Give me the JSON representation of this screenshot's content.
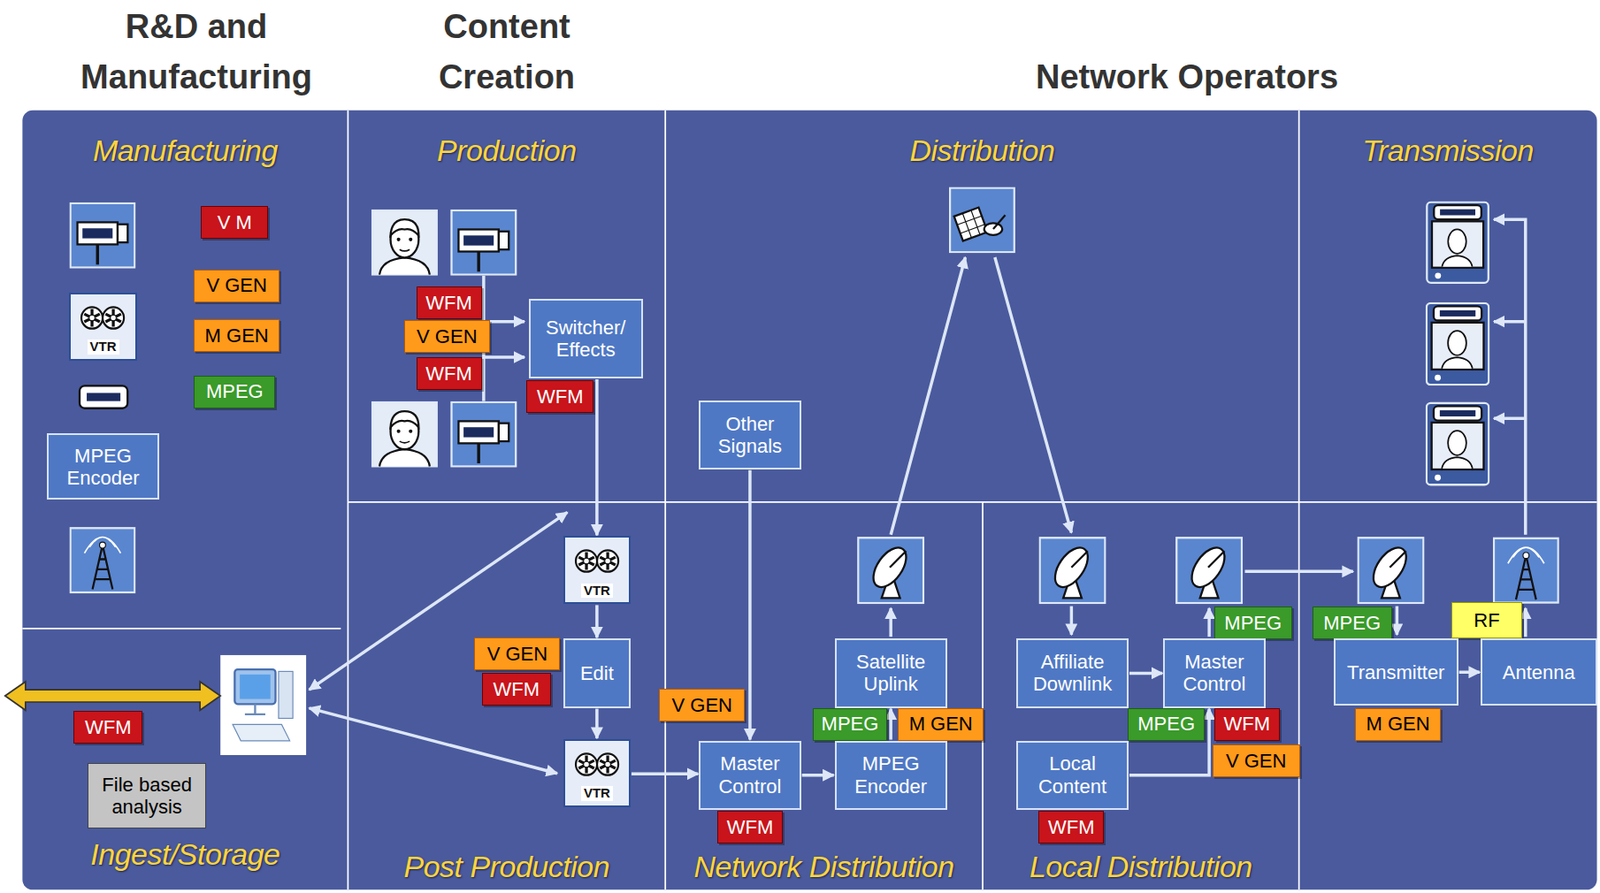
{
  "diagram": {
    "nodes": [
      {
        "text": [
          "Manufacturing"
        ]
      },
      {
        "text": [
          "VTR"
        ],
        "in": 0
      },
      {
        "text": [
          "V M"
        ],
        "in": 0
      },
      {
        "text": [
          "V GEN"
        ],
        "in": 0
      },
      {
        "text": [
          "M GEN"
        ],
        "in": 0
      },
      {
        "text": [
          "MPEG"
        ],
        "in": 0
      },
      {
        "text": [
          "MPEG Encoder"
        ],
        "in": 0
      },
      {
        "text": [
          "Production"
        ]
      },
      {
        "text": [
          "WFM"
        ],
        "in": 7
      },
      {
        "text": [
          "V GEN"
        ],
        "in": 7
      },
      {
        "text": [
          "WFM"
        ],
        "in": 7
      },
      {
        "text": [
          "Switcher/ Effects"
        ],
        "in": 7
      },
      {
        "text": [
          "WFM"
        ],
        "in": 7
      },
      {
        "text": [
          "Distribution"
        ]
      },
      {
        "text": [
          "Other Signals"
        ],
        "in": 13
      },
      {
        "text": [
          "Transmission"
        ]
      },
      {
        "text": [
          "Ingest/Storage"
        ]
      },
      {
        "text": [
          "WFM"
        ],
        "in": 16
      },
      {
        "text": [
          "File based analysis"
        ],
        "in": 16
      },
      {
        "text": [
          "Post Production"
        ]
      },
      {
        "text": [
          "VTR"
        ],
        "in": 19
      },
      {
        "text": [
          "V GEN"
        ],
        "in": 19
      },
      {
        "text": [
          "WFM"
        ],
        "in": 19
      },
      {
        "text": [
          "Edit"
        ],
        "in": 19
      },
      {
        "text": [
          "VTR"
        ],
        "in": 19
      },
      {
        "text": [
          "Network Distribution"
        ]
      },
      {
        "text": [
          "V GEN"
        ],
        "in": 25
      },
      {
        "text": [
          "Master Control"
        ],
        "in": 25
      },
      {
        "text": [
          "WFM"
        ],
        "in": 25
      },
      {
        "text": [
          "Satellite Uplink"
        ],
        "in": 25
      },
      {
        "text": [
          "MPEG"
        ],
        "in": 25
      },
      {
        "text": [
          "M GEN"
        ],
        "in": 25
      },
      {
        "text": [
          "MPEG Encoder"
        ],
        "in": 25
      },
      {
        "text": [
          "Local Distribution"
        ]
      },
      {
        "text": [
          "Affiliate Downlink"
        ],
        "in": 33
      },
      {
        "text": [
          "MPEG"
        ],
        "in": 33
      },
      {
        "text": [
          "Master Control"
        ],
        "in": 33
      },
      {
        "text": [
          "MPEG"
        ],
        "in": 33
      },
      {
        "text": [
          "WFM"
        ],
        "in": 33
      },
      {
        "text": [
          "V GEN"
        ],
        "in": 33
      },
      {
        "text": [
          "Local Content"
        ],
        "in": 33
      },
      {
        "text": [
          "WFM"
        ],
        "in": 33
      },
      {
        "text": [
          "MPEG"
        ]
      },
      {
        "text": [
          "RF"
        ]
      },
      {
        "text": [
          "Transmitter"
        ]
      },
      {
        "text": [
          "Antenna"
        ]
      },
      {
        "text": [
          "M GEN"
        ]
      }
    ],
    "edges": [
      {
        "from": 11,
        "to": 20,
        "arrow": "to"
      },
      {
        "from": 20,
        "to": 23,
        "arrow": "to"
      },
      {
        "from": 23,
        "to": 24,
        "arrow": "to"
      },
      {
        "from": 24,
        "to": 27,
        "arrow": "to"
      },
      {
        "from": 14,
        "to": 27,
        "arrow": "to"
      },
      {
        "from": 27,
        "to": 32,
        "arrow": "to"
      },
      {
        "from": 32,
        "to": 29,
        "arrow": "to"
      },
      {
        "from": 34,
        "to": 36,
        "arrow": "to"
      },
      {
        "from": 40,
        "to": 36,
        "arrow": "to"
      },
      {
        "from": 44,
        "to": 45,
        "arrow": "to"
      }
    ],
    "labels": [
      "R&D and Manufacturing",
      "Content Creation",
      "Network Operators"
    ]
  }
}
